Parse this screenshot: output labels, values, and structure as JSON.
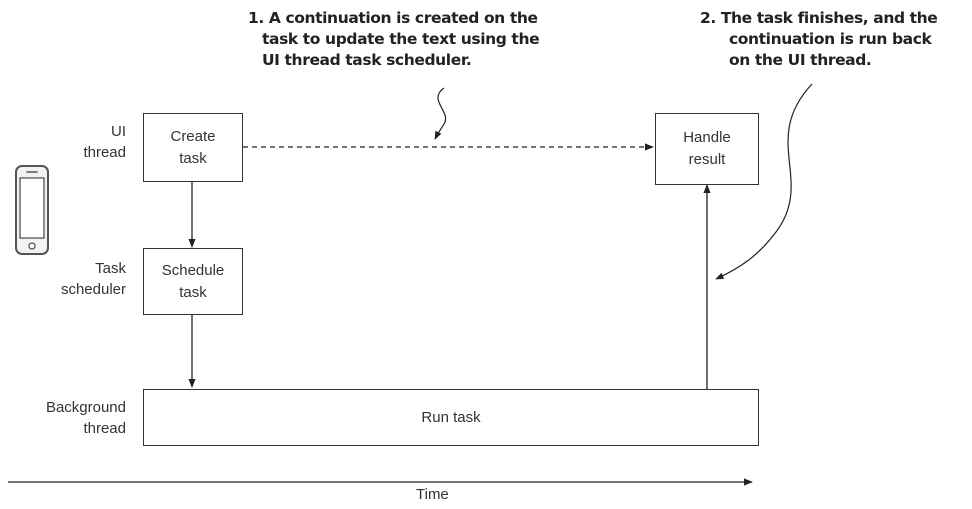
{
  "annotations": {
    "continuation_created": {
      "lines": [
        "1. A continuation is created on the",
        "task to update the text using the",
        "UI thread task scheduler."
      ]
    },
    "task_finishes": {
      "lines": [
        "2. The task finishes, and the",
        "continuation is run back",
        "on the UI thread."
      ]
    }
  },
  "lanes": {
    "ui_thread": [
      "UI",
      "thread"
    ],
    "task_scheduler": [
      "Task",
      "scheduler"
    ],
    "background_thread": [
      "Background",
      "thread"
    ]
  },
  "boxes": {
    "create_task": [
      "Create",
      "task"
    ],
    "schedule_task": [
      "Schedule",
      "task"
    ],
    "run_task": [
      "Run task"
    ],
    "handle_result": [
      "Handle",
      "result"
    ]
  },
  "axis": {
    "time_label": "Time"
  },
  "icons": {
    "device": "smartphone-icon"
  },
  "colors": {
    "line": "#222222",
    "box_border": "#333333",
    "phone_body": "#555555"
  }
}
